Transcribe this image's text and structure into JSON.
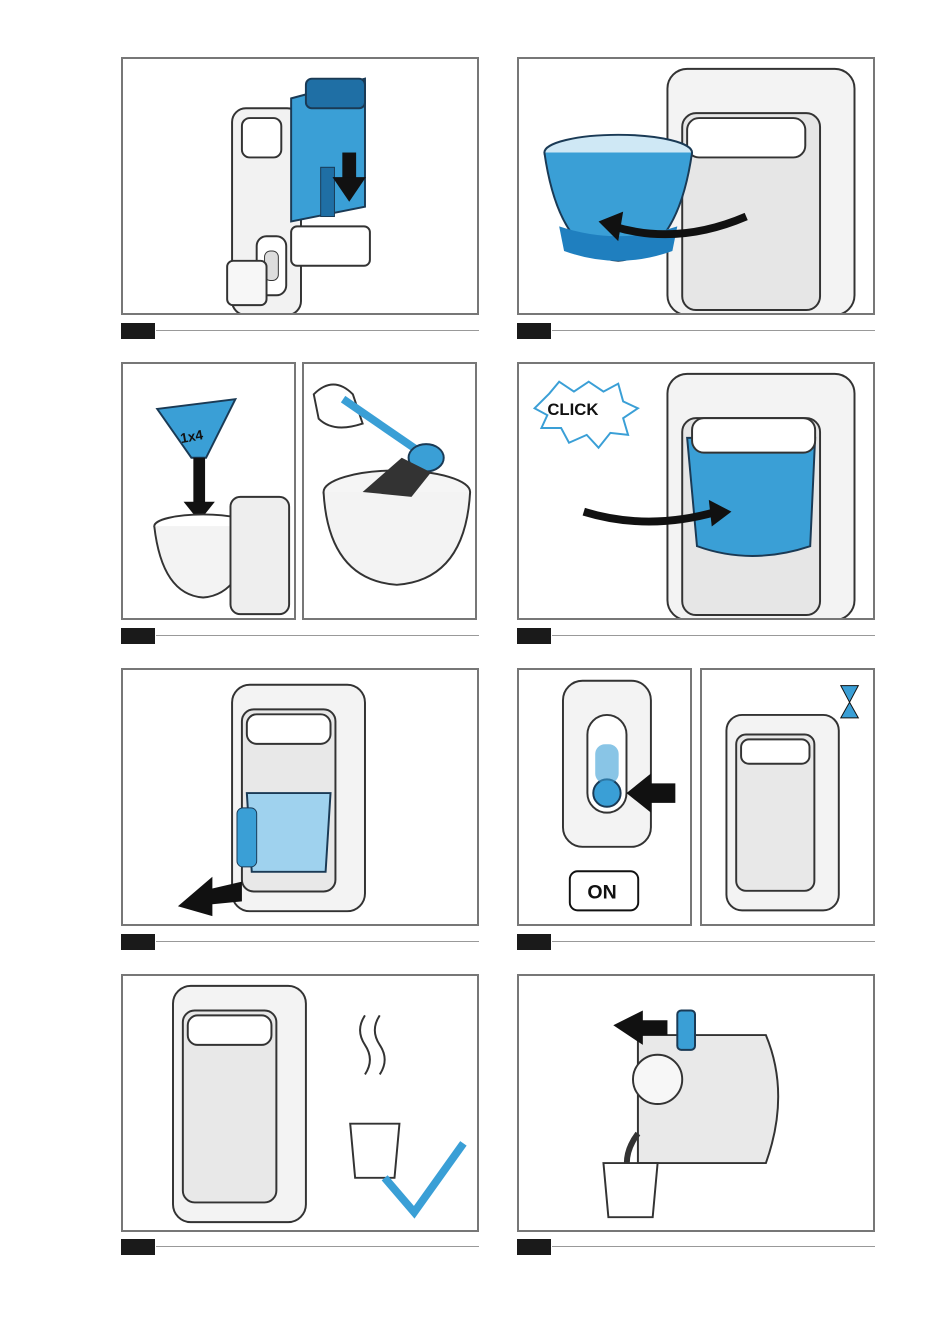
{
  "labels": {
    "measure": "1x4",
    "click": "CLICK",
    "on": "ON"
  },
  "colors": {
    "accent_blue": "#3a9fd6",
    "accent_dark_blue": "#1f6fa5",
    "frame": "#777777",
    "step_bar": "#1a1a1a"
  },
  "icons": [
    "arrow-down-icon",
    "curved-arrow-icon",
    "hourglass-icon",
    "steam-cup-icon",
    "checkmark-icon",
    "push-arrow-icon"
  ]
}
